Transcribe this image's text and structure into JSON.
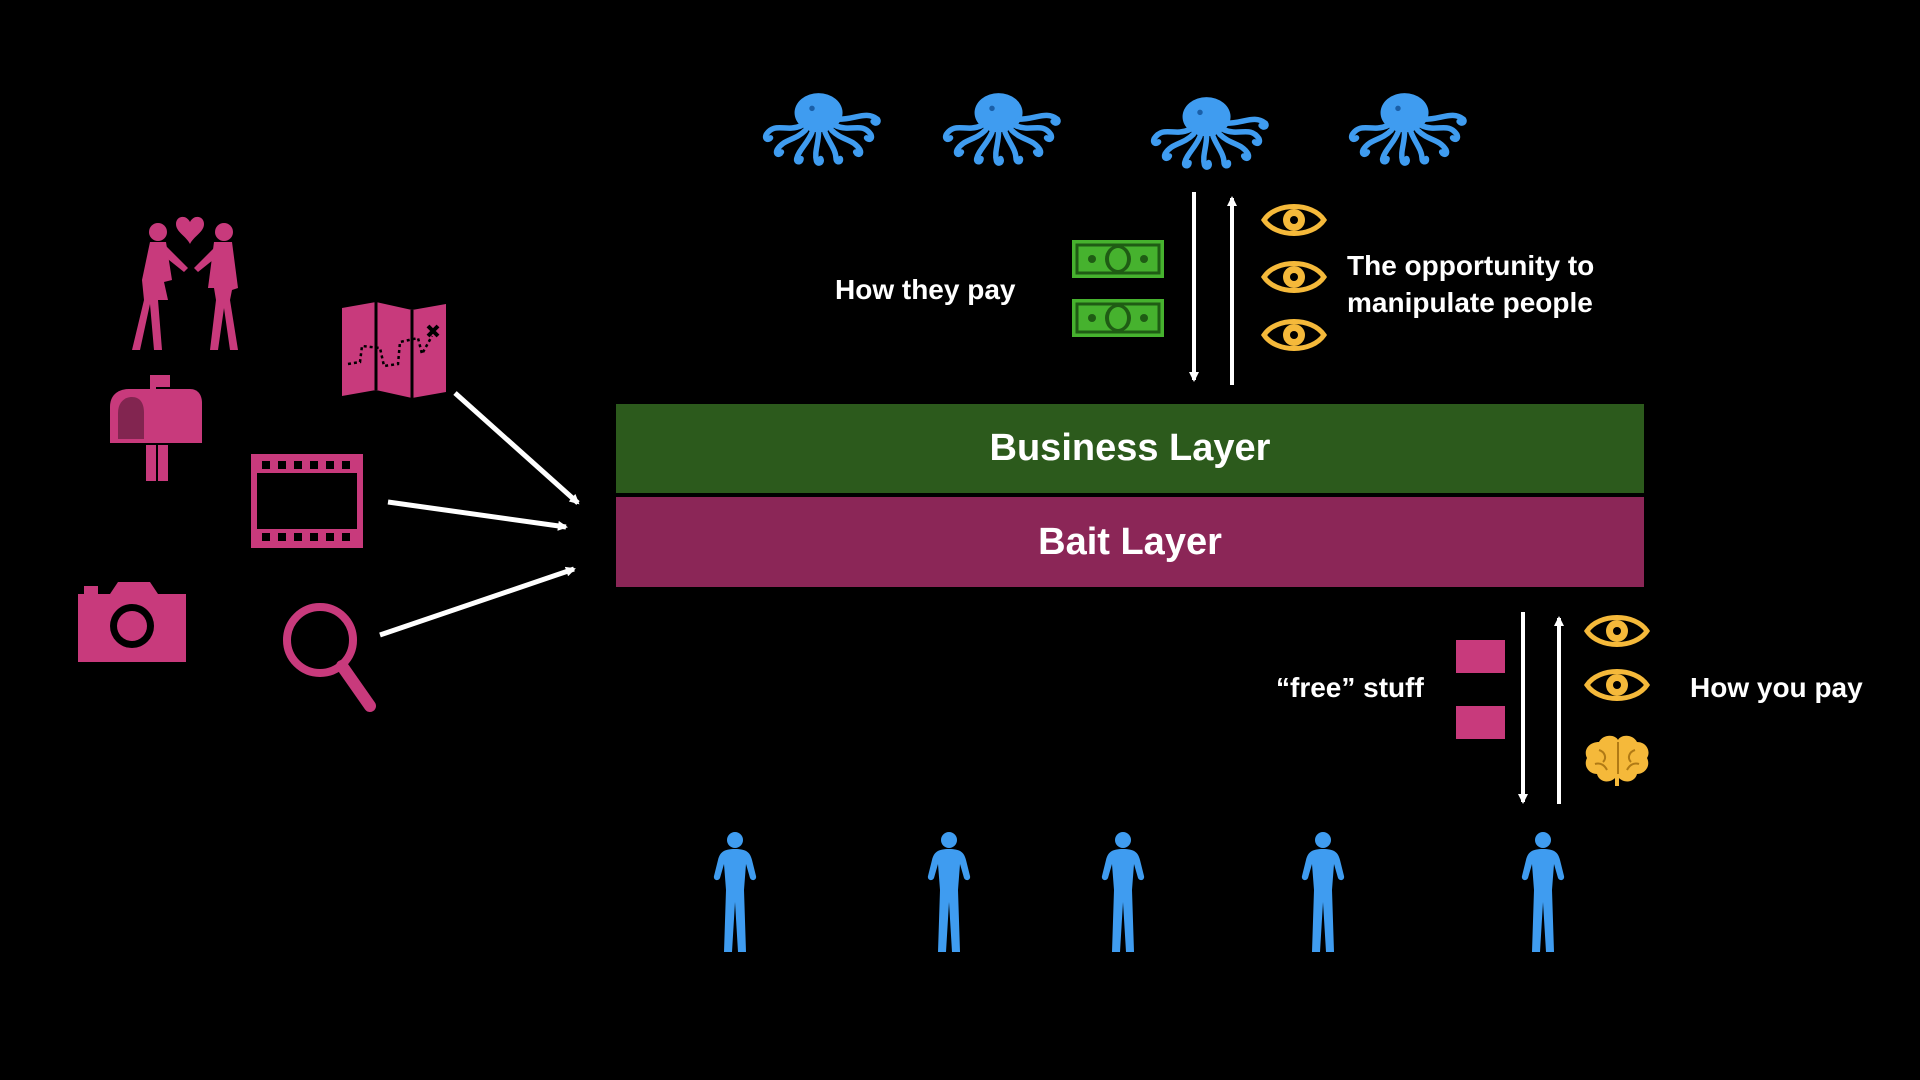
{
  "layers": {
    "business": "Business Layer",
    "bait": "Bait Layer"
  },
  "labels": {
    "how_they_pay": "How they pay",
    "opportunity_line1": "The opportunity to",
    "opportunity_line2": "manipulate people",
    "free_stuff": "“free” stuff",
    "how_you_pay": "How you pay"
  },
  "colors": {
    "background": "#000000",
    "business_layer": "#2c5a1c",
    "bait_layer": "#8b2657",
    "magenta_icon": "#c83a7c",
    "octopus_blue": "#3f9cf0",
    "person_blue": "#3f9cf0",
    "eye_yellow": "#f5b93a",
    "money_green": "#46b22e"
  },
  "icons": {
    "left_services": [
      "couple-heart-icon",
      "mailbox-icon",
      "map-icon",
      "film-icon",
      "camera-icon",
      "search-icon"
    ],
    "top": "octopus-icon",
    "money": "dollar-bill-icon",
    "eye": "eye-icon",
    "brain": "brain-icon",
    "person": "person-icon",
    "free_item": "magenta-square-icon"
  }
}
